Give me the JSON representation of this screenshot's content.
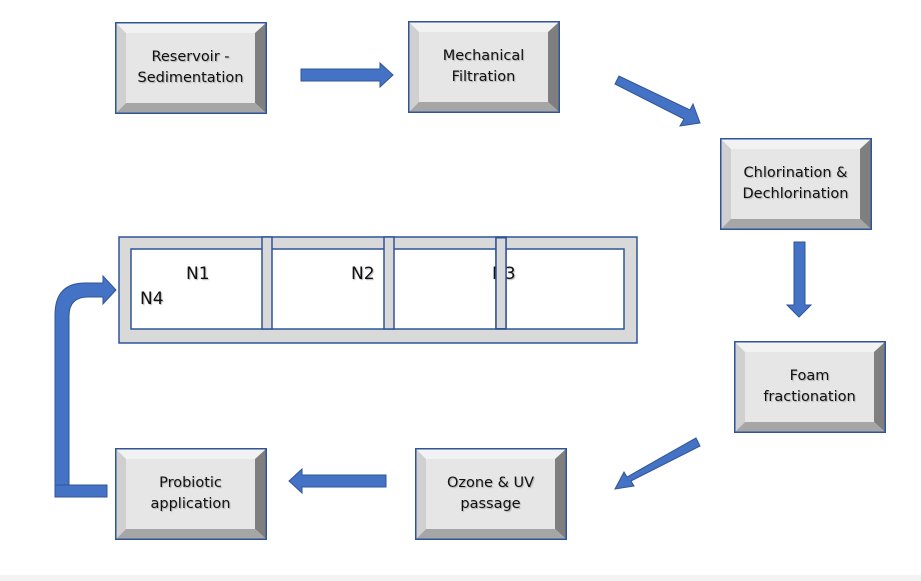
{
  "colors": {
    "arrow": "#4472C4",
    "arrow_edge": "#2F5597",
    "box_face": "#E7E6E6",
    "box_top": "#F2F2F2",
    "box_left": "#D0D0D0",
    "box_right": "#7F7F7F",
    "box_bottom": "#A6A6A6",
    "box_border": "#2F5597",
    "tank_frame": "#D9D9D9",
    "tank_inner": "#FFFFFF"
  },
  "steps": {
    "reservoir": {
      "line1": "Reservoir -",
      "line2": "Sedimentation"
    },
    "mechanical": {
      "line1": "Mechanical",
      "line2": "Filtration"
    },
    "chlorination": {
      "line1": "Chlorination &",
      "line2": "Dechlorination"
    },
    "foam": {
      "line1": "Foam",
      "line2": "fractionation"
    },
    "ozone": {
      "line1": "Ozone & UV",
      "line2": "passage"
    },
    "probiotic": {
      "line1": "Probiotic",
      "line2": "application"
    }
  },
  "tanks": {
    "n1": "N1",
    "n2": "N2",
    "n3": "N3",
    "n4": "N4"
  }
}
